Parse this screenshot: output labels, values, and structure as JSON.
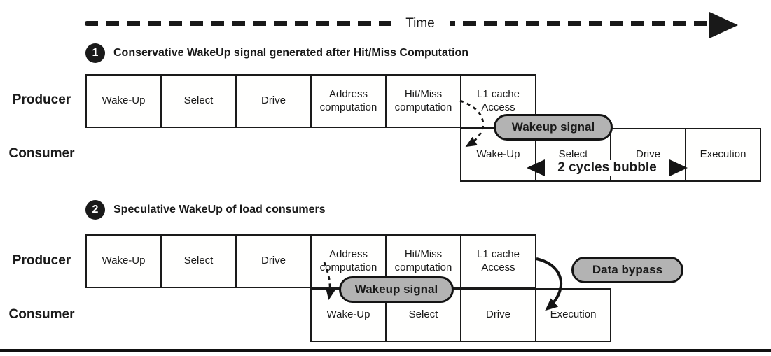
{
  "time_axis": {
    "label": "Time"
  },
  "sections": [
    {
      "number": "1",
      "title": "Conservative WakeUp signal generated after Hit/Miss Computation",
      "producer_label": "Producer",
      "consumer_label": "Consumer",
      "producer_stages": [
        "Wake-Up",
        "Select",
        "Drive",
        "Address computation",
        "Hit/Miss computation",
        "L1 cache Access"
      ],
      "consumer_stages": [
        "Wake-Up",
        "Select",
        "Drive",
        "Execution"
      ],
      "wakeup_bubble": "Wakeup signal",
      "bubble_annotation": "2 cycles bubble"
    },
    {
      "number": "2",
      "title": "Speculative WakeUp of load consumers",
      "producer_label": "Producer",
      "consumer_label": "Consumer",
      "producer_stages": [
        "Wake-Up",
        "Select",
        "Drive",
        "Address computation",
        "Hit/Miss computation",
        "L1 cache Access"
      ],
      "consumer_stages": [
        "Wake-Up",
        "Select",
        "Drive",
        "Execution"
      ],
      "wakeup_bubble": "Wakeup signal",
      "data_bypass_bubble": "Data bypass"
    }
  ],
  "colors": {
    "bubble_fill": "#b3b3b3",
    "line": "#1a1a1a",
    "box_fill": "#fffffe",
    "background": "#ffffff"
  }
}
